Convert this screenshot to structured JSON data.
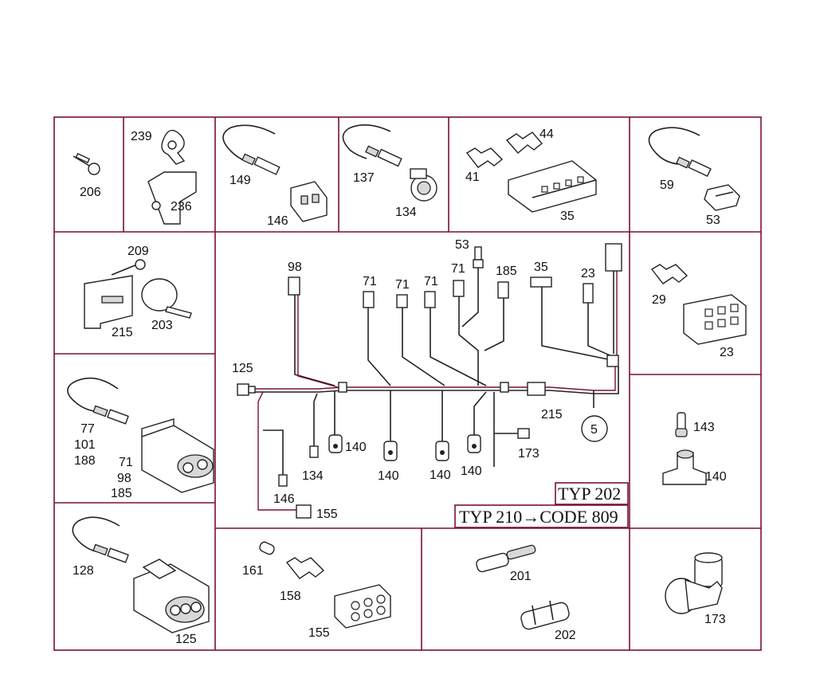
{
  "labels": {
    "l206": "206",
    "l239": "239",
    "l236": "236",
    "l149": "149",
    "l146a": "146",
    "l137": "137",
    "l134a": "134",
    "l44": "44",
    "l41": "41",
    "l35a": "35",
    "l59": "59",
    "l53a": "53",
    "l209": "209",
    "l215a": "215",
    "l203": "203",
    "l77": "77",
    "l101": "101",
    "l188": "188",
    "l71a": "71",
    "l98a": "98",
    "l185a": "185",
    "l128": "128",
    "l125a": "125",
    "l161": "161",
    "l158": "158",
    "l155a": "155",
    "l201": "201",
    "l202": "202",
    "l29": "29",
    "l23a": "23",
    "l143": "143",
    "l140a": "140",
    "l173a": "173",
    "m98": "98",
    "m71a": "71",
    "m71b": "71",
    "m71c": "71",
    "m71d": "71",
    "m53": "53",
    "m185": "185",
    "m35": "35",
    "m23": "23",
    "m125": "125",
    "m215": "215",
    "m5": "5",
    "m140a": "140",
    "m140b": "140",
    "m140c": "140",
    "m140d": "140",
    "m134": "134",
    "m146": "146",
    "m155": "155",
    "m173": "173"
  },
  "typ202": "TYP 202",
  "typ210": "TYP 210→CODE 809",
  "colors": {
    "frame": "#7a1030",
    "ink": "#222222"
  }
}
